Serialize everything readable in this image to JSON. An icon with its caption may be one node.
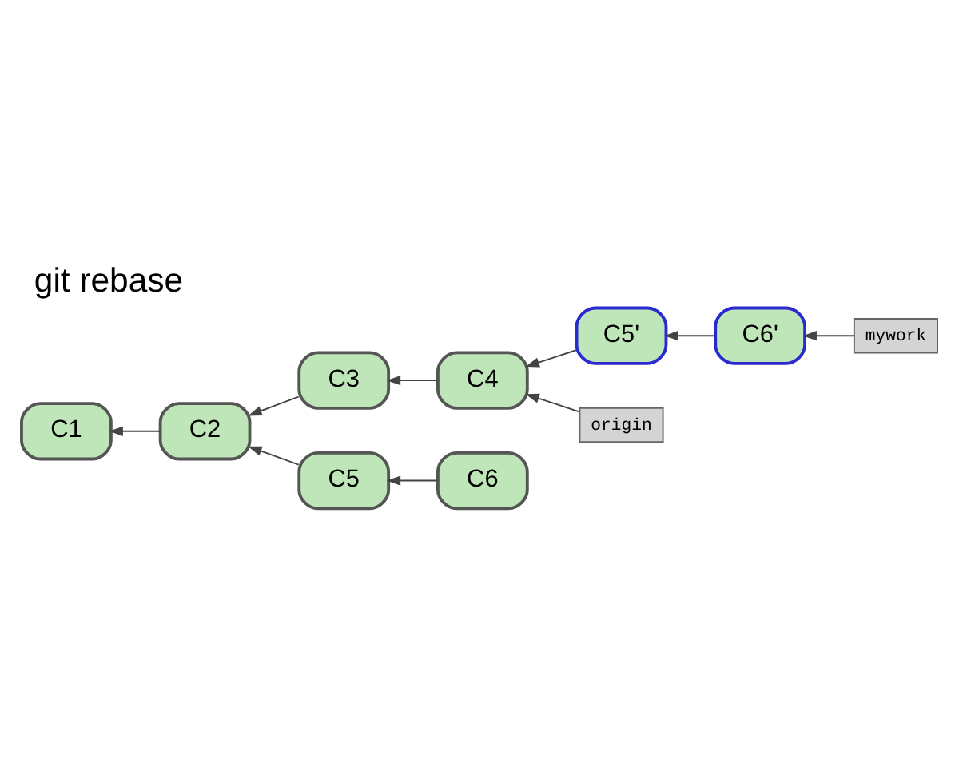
{
  "diagram": {
    "title": "git rebase",
    "nodes": [
      {
        "text": [
          "C1"
        ]
      },
      {
        "text": [
          "C2"
        ]
      },
      {
        "text": [
          "C3"
        ]
      },
      {
        "text": [
          "C4"
        ]
      },
      {
        "text": [
          "C5"
        ]
      },
      {
        "text": [
          "C6"
        ]
      },
      {
        "text": [
          "C5'"
        ]
      },
      {
        "text": [
          "C6'"
        ]
      },
      {
        "text": [
          "origin"
        ]
      },
      {
        "text": [
          "mywork"
        ]
      }
    ],
    "edges": [
      {
        "from": 1,
        "to": 0,
        "arrow": "to"
      },
      {
        "from": 2,
        "to": 1,
        "arrow": "to"
      },
      {
        "from": 3,
        "to": 2,
        "arrow": "to"
      },
      {
        "from": 4,
        "to": 1,
        "arrow": "to"
      },
      {
        "from": 5,
        "to": 4,
        "arrow": "to"
      },
      {
        "from": 6,
        "to": 3,
        "arrow": "to"
      },
      {
        "from": 7,
        "to": 6,
        "arrow": "to"
      },
      {
        "from": 8,
        "to": 3,
        "arrow": "to"
      },
      {
        "from": 9,
        "to": 7,
        "arrow": "to"
      }
    ]
  }
}
